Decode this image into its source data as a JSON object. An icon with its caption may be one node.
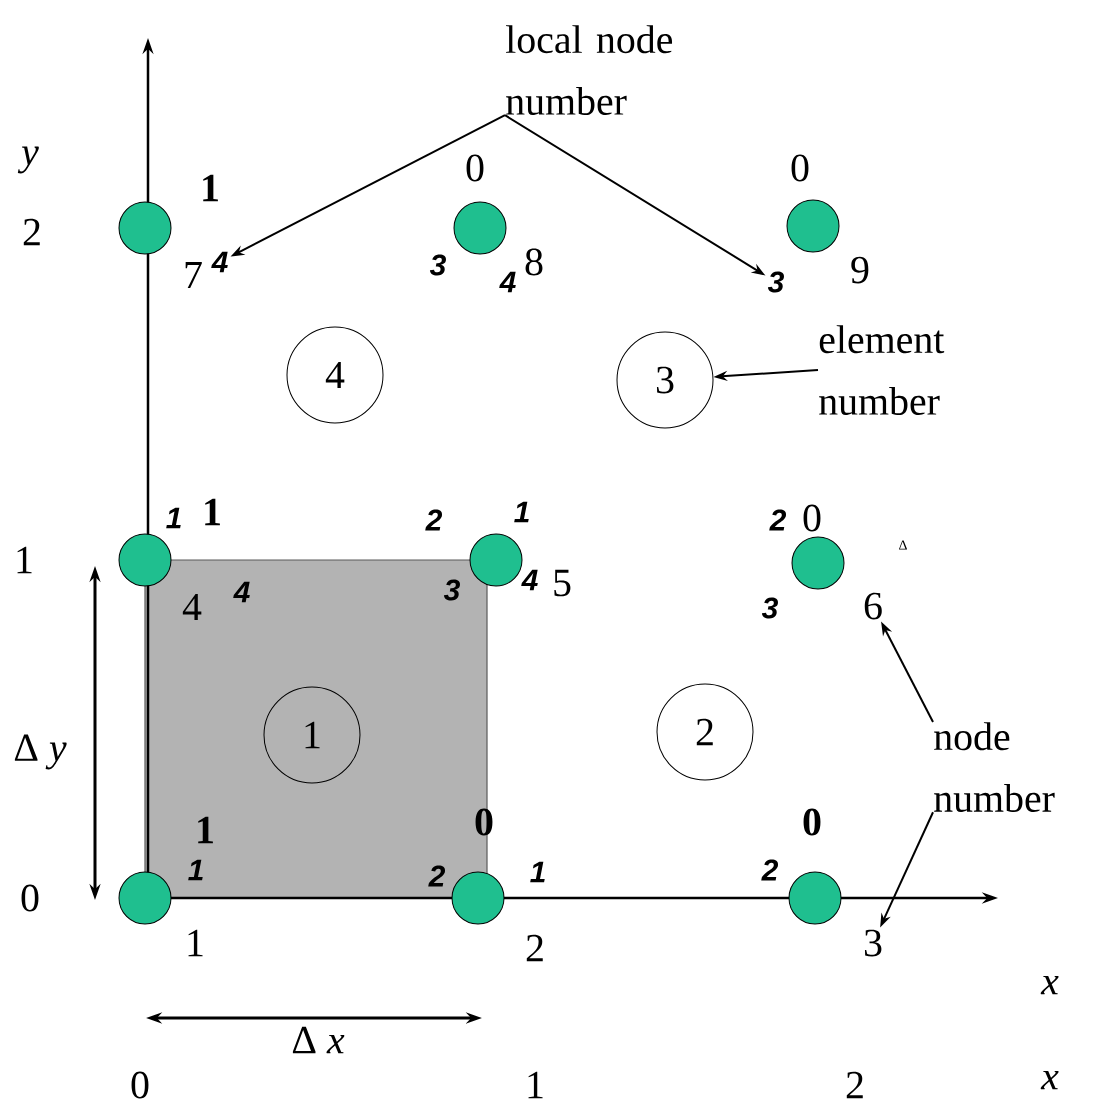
{
  "diagram": {
    "nodes": [
      {
        "text": [
          "local node number"
        ]
      },
      {
        "text": [
          "4"
        ]
      },
      {
        "text": [
          "3"
        ]
      },
      {
        "text": [
          "4"
        ]
      },
      {
        "text": [
          "3"
        ]
      },
      {
        "text": [
          "element number"
        ]
      },
      {
        "text": [
          "6"
        ]
      },
      {
        "text": [
          "1"
        ]
      },
      {
        "text": [
          "2"
        ]
      },
      {
        "text": [
          "node number"
        ]
      },
      {
        "text": [
          "3"
        ]
      },
      {
        "text": [],
        "shape": "circle"
      },
      {
        "text": [],
        "shape": "circle"
      },
      {
        "text": [],
        "shape": "circle"
      },
      {
        "text": [],
        "shape": "circle"
      },
      {
        "text": [],
        "shape": "circle"
      },
      {
        "text": [],
        "shape": "circle"
      },
      {
        "text": [],
        "shape": "circle"
      },
      {
        "text": [],
        "shape": "circle"
      },
      {
        "text": [],
        "shape": "circle"
      }
    ],
    "edges": [
      {
        "from": 0,
        "to": 1,
        "arrow": "to"
      },
      {
        "from": 0,
        "to": 2,
        "arrow": "to"
      },
      {
        "from": 5,
        "to": 4,
        "arrow": "to"
      },
      {
        "from": 9,
        "to": 6,
        "arrow": "to"
      },
      {
        "from": 9,
        "to": 10,
        "arrow": "to"
      }
    ],
    "labels": [
      "y",
      "2",
      "1",
      "0",
      "0",
      "7",
      "3",
      "4",
      "8",
      "9",
      "1",
      "1",
      "2",
      "1",
      "2",
      "0",
      "Δ",
      "1",
      "4",
      "4",
      "3",
      "4",
      "5",
      "3",
      "Δ *y*",
      "1",
      "0",
      "0",
      "1",
      "2",
      "1",
      "2",
      "0",
      "1",
      "2",
      "x",
      "Δ *x*",
      "0",
      "1",
      "2",
      "x"
    ]
  }
}
